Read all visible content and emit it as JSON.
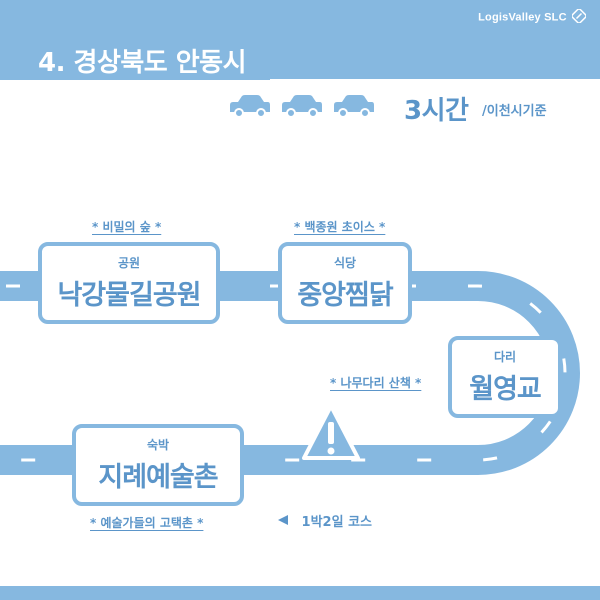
{
  "brand": {
    "name": "LogisValley SLC",
    "mark_icon": "logo-mark-icon"
  },
  "title": "4. 경상북도 안동시",
  "travel": {
    "time": "3시간",
    "note": "/이천시기준",
    "car_icon": "car-icon",
    "car_count": 3
  },
  "stops": [
    {
      "category": "공원",
      "name": "낙강물길공원",
      "note": "* 비밀의 숲 *"
    },
    {
      "category": "식당",
      "name": "중앙찜닭",
      "note": "* 백종원 초이스 *"
    },
    {
      "category": "다리",
      "name": "월영교",
      "note": "* 나무다리 산책 *"
    },
    {
      "category": "숙박",
      "name": "지례예술촌",
      "note": "* 예술가들의 고택촌 *"
    }
  ],
  "course": {
    "label": "1박2일 코스",
    "arrow_icon": "triangle-left-icon"
  },
  "warning_icon": "warning-icon",
  "colors": {
    "primary": "#86b8e0",
    "text": "#5b95c9",
    "background": "#ffffff"
  }
}
